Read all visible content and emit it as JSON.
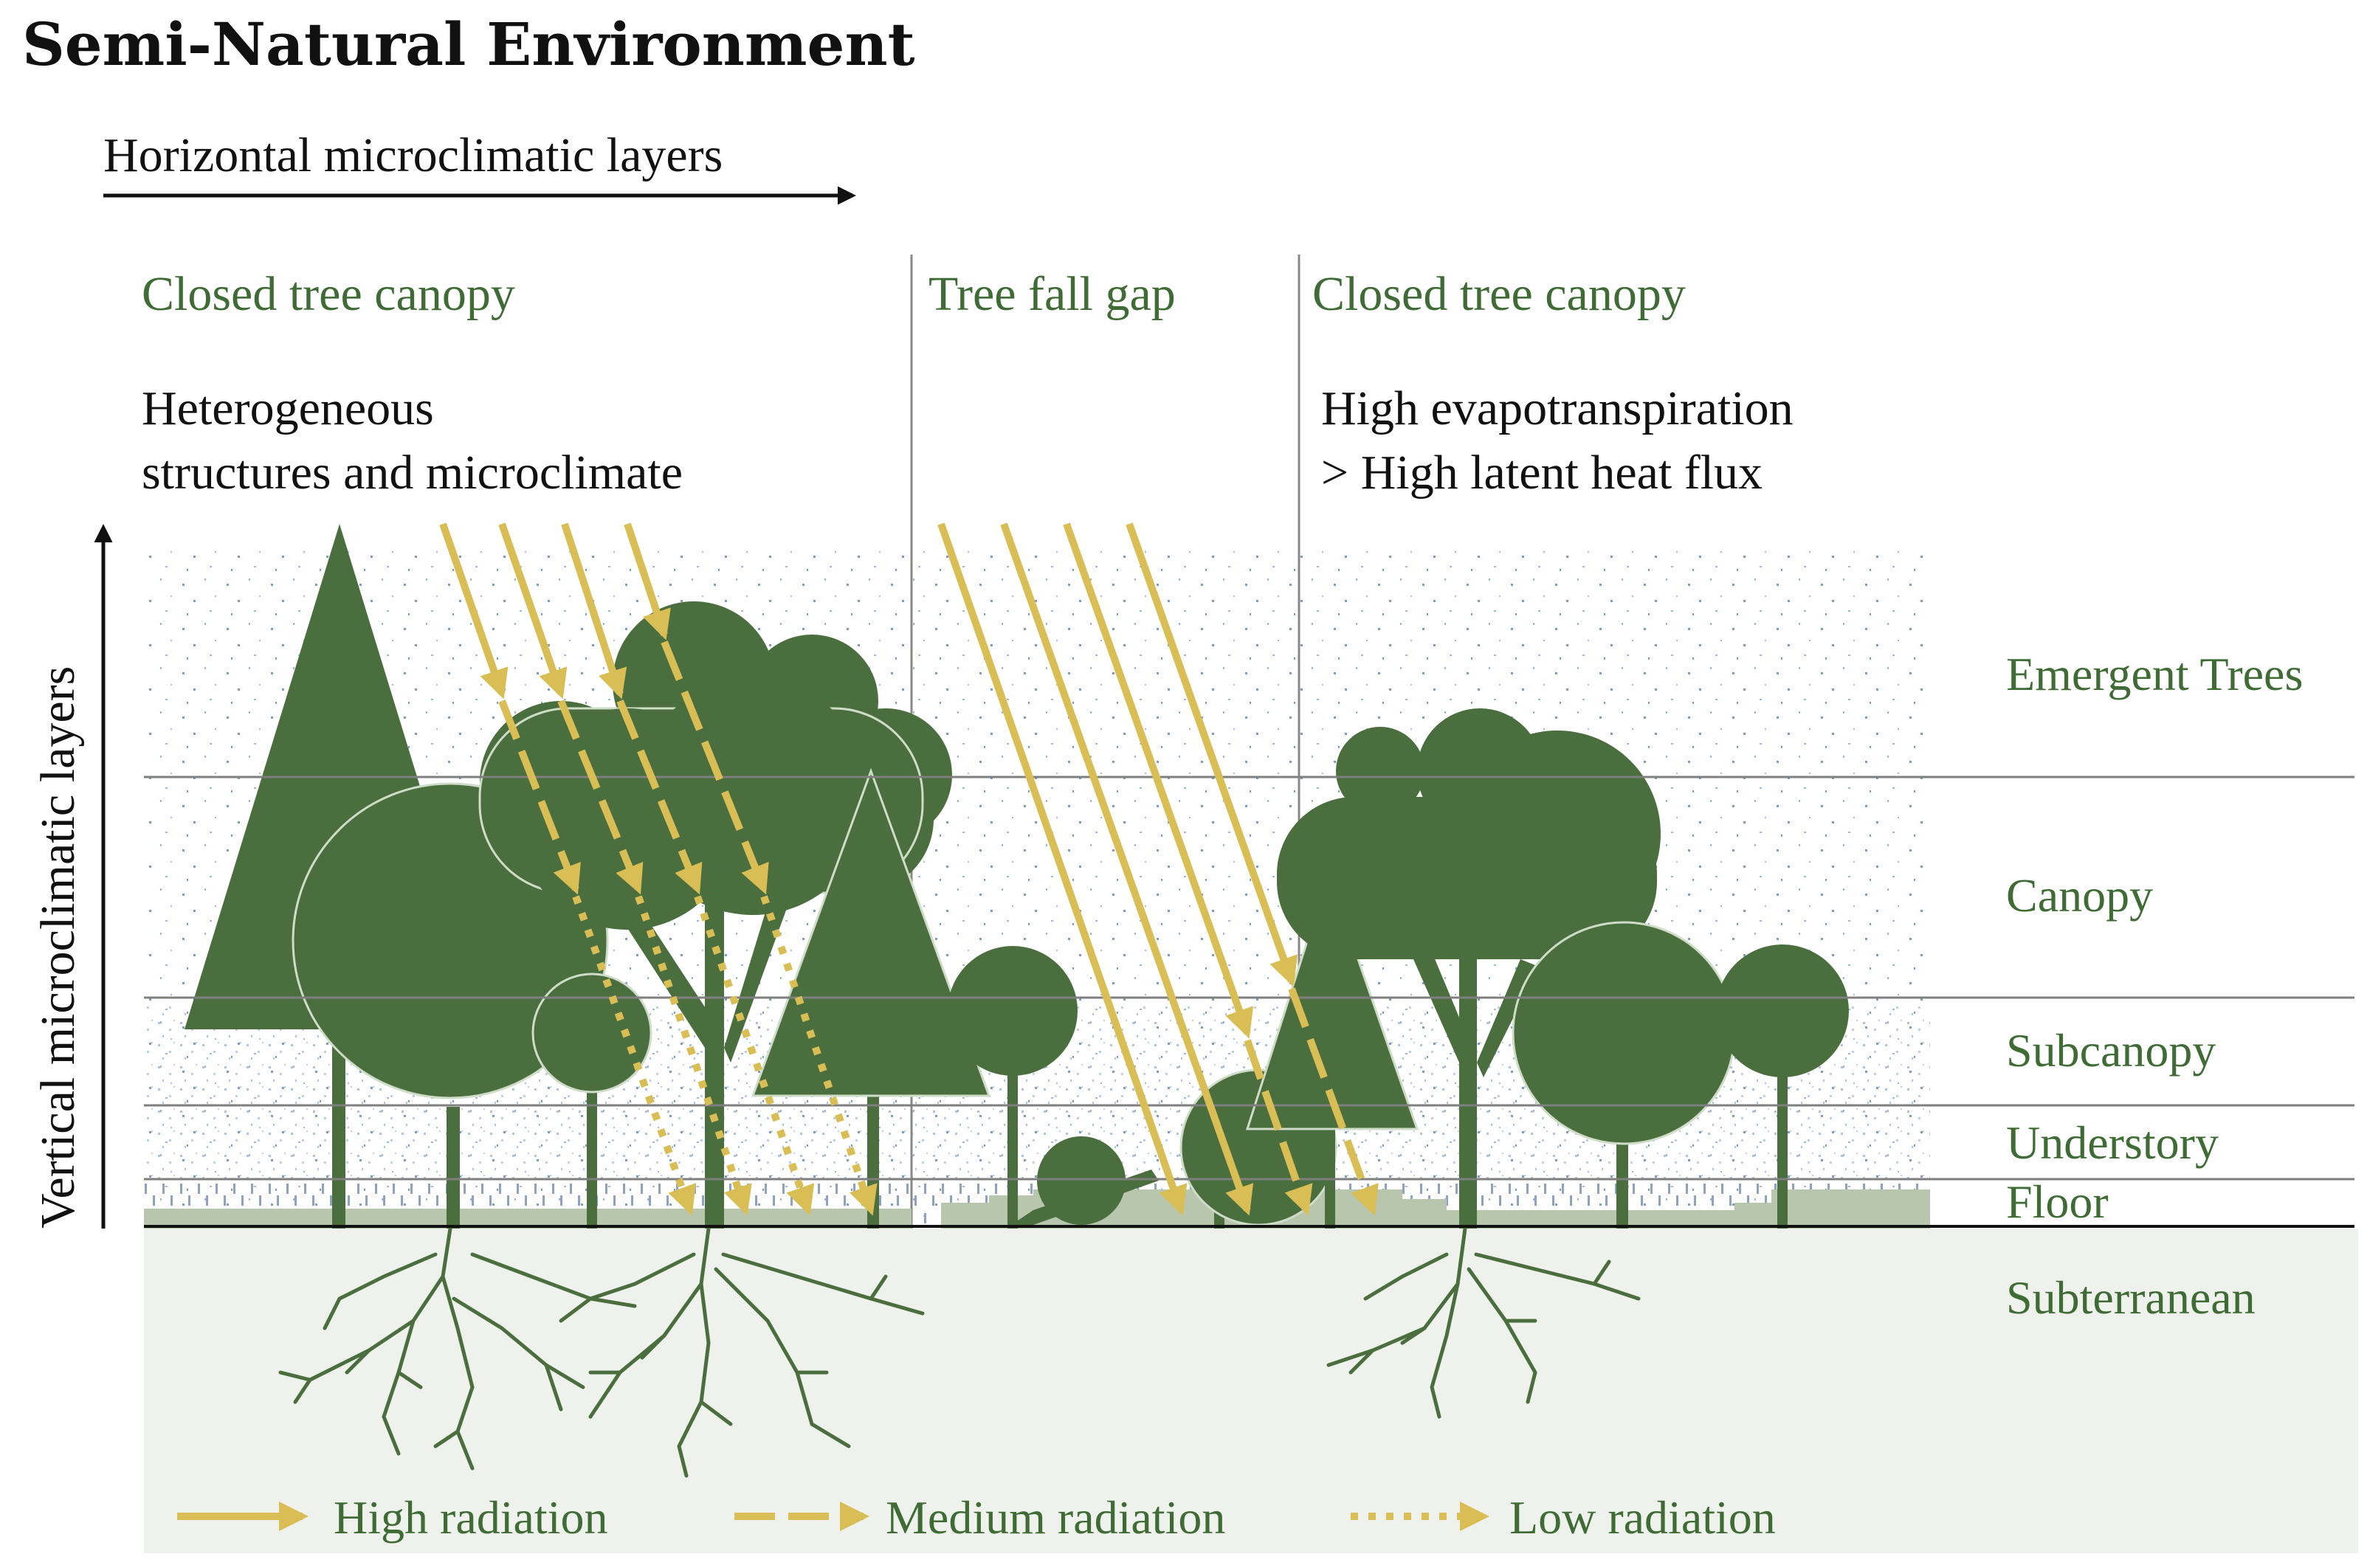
{
  "title": "Semi-Natural Environment",
  "horizontal_axis_label": "Horizontal microclimatic layers",
  "vertical_axis_label": "Vertical microclimatic layers",
  "zones": [
    {
      "name": "Closed tree canopy",
      "note_lines": [
        "Heterogeneous",
        "structures and microclimate"
      ]
    },
    {
      "name": "Tree fall gap",
      "note_lines": []
    },
    {
      "name": "Closed tree canopy",
      "note_lines": [
        "High evapotranspiration",
        "> High latent heat flux"
      ]
    }
  ],
  "layers": [
    "Emergent Trees",
    "Canopy",
    "Subcanopy",
    "Understory",
    "Floor",
    "Subterranean"
  ],
  "legend": [
    {
      "label": "High radiation",
      "style": "solid"
    },
    {
      "label": "Medium radiation",
      "style": "dashed"
    },
    {
      "label": "Low radiation",
      "style": "dotted"
    }
  ],
  "colors": {
    "tree_green": "#4a6e3d",
    "radiation_yellow": "#d9bd55",
    "soil": "#eef1ec",
    "floor_vegetation": "#b7c6ac",
    "air_dots": "#7d9cc4",
    "text_green": "#3f6b35"
  }
}
